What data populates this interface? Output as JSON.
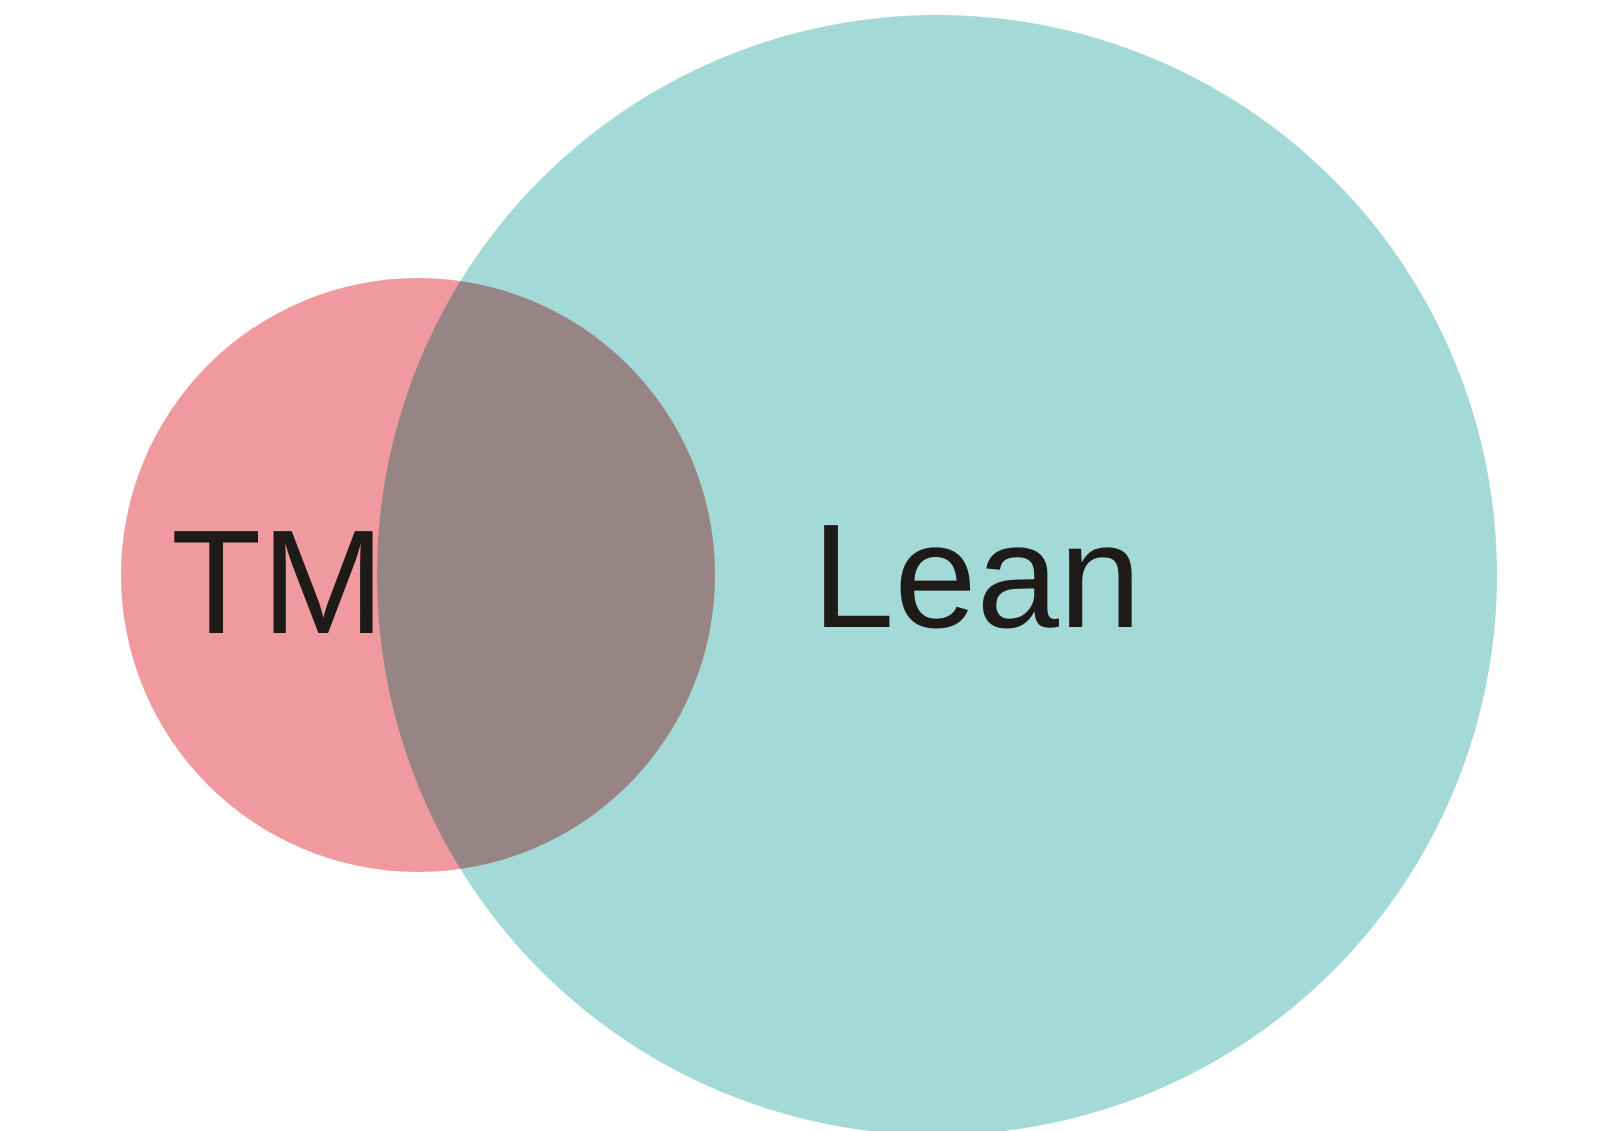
{
  "diagram": {
    "type": "venn",
    "sets": [
      {
        "id": "tm",
        "label": "TM",
        "color": "#f09a9f"
      },
      {
        "id": "lean",
        "label": "Lean",
        "color": "#a3d9d6"
      }
    ],
    "overlap_color": "#978485",
    "label_color": "#1e1a18",
    "background_color": "#ffffff"
  }
}
